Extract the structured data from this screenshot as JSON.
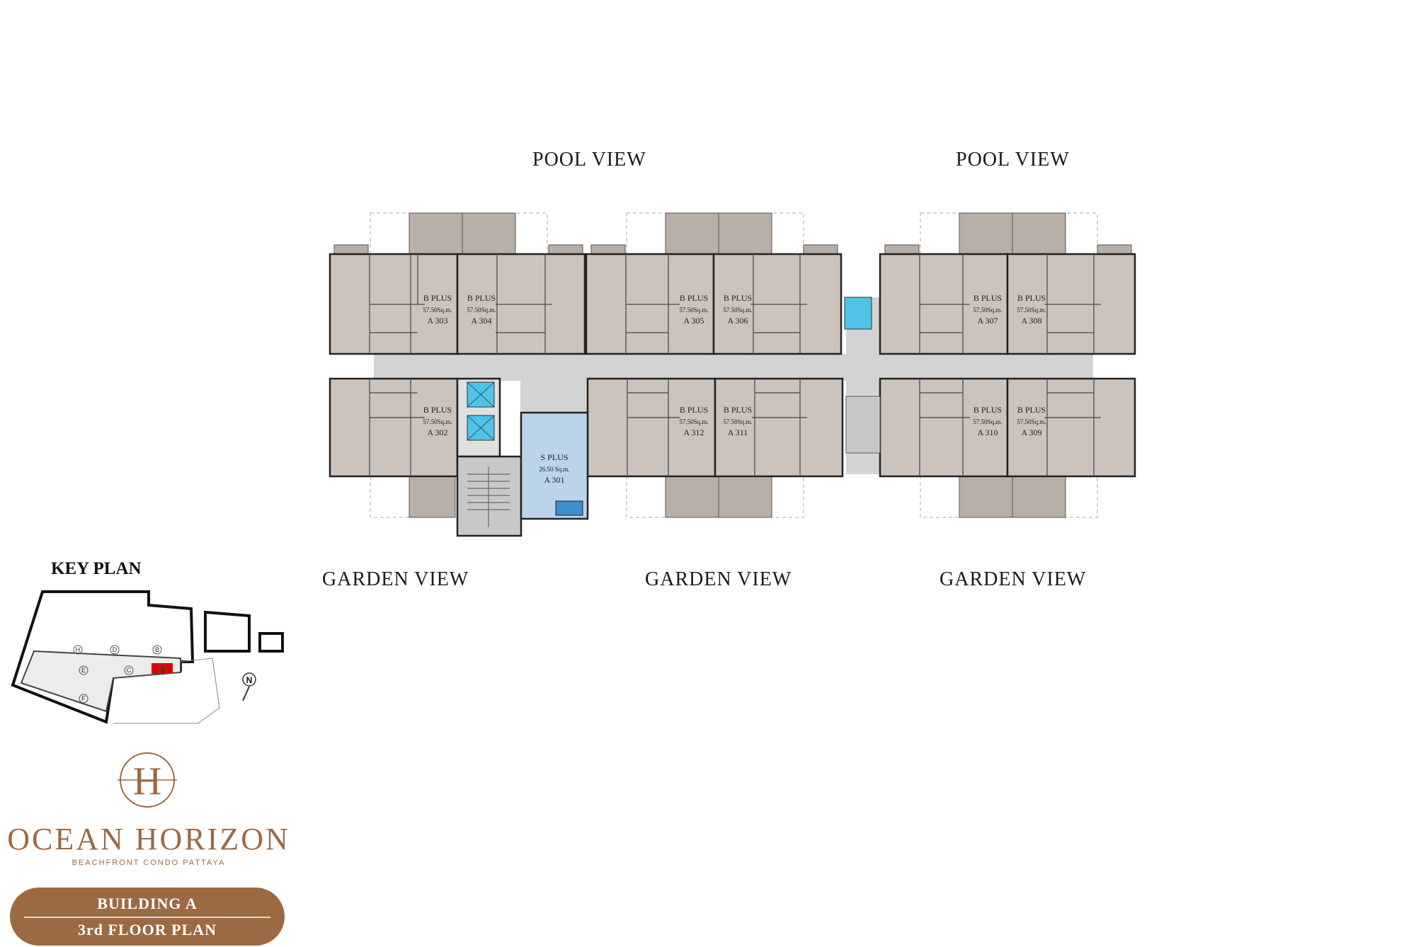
{
  "views": {
    "pool_left": "POOL VIEW",
    "pool_right": "POOL VIEW",
    "garden_left": "GARDEN VIEW",
    "garden_center": "GARDEN VIEW",
    "garden_right": "GARDEN VIEW"
  },
  "units": [
    {
      "type": "B PLUS",
      "area": "57.50Sq.m.",
      "code": "A 303"
    },
    {
      "type": "B PLUS",
      "area": "57.50Sq.m.",
      "code": "A 304"
    },
    {
      "type": "B PLUS",
      "area": "57.50Sq.m.",
      "code": "A 305"
    },
    {
      "type": "B PLUS",
      "area": "57.50Sq.m.",
      "code": "A 306"
    },
    {
      "type": "B PLUS",
      "area": "57.50Sq.m.",
      "code": "A 307"
    },
    {
      "type": "B PLUS",
      "area": "57.50Sq.m.",
      "code": "A 308"
    },
    {
      "type": "B PLUS",
      "area": "57.50Sq.m.",
      "code": "A 302"
    },
    {
      "type": "B PLUS",
      "area": "57.50Sq.m.",
      "code": "A 312"
    },
    {
      "type": "B PLUS",
      "area": "57.50Sq.m.",
      "code": "A 311"
    },
    {
      "type": "B PLUS",
      "area": "57.50Sq.m.",
      "code": "A 310"
    },
    {
      "type": "B PLUS",
      "area": "57.50Sq.m.",
      "code": "A 309"
    },
    {
      "type": "S PLUS",
      "area": "26.50 Sq.m.",
      "code": "A 301"
    }
  ],
  "key_plan": {
    "title": "KEY PLAN",
    "blocks": [
      "H",
      "D",
      "B",
      "E",
      "C",
      "A",
      "F"
    ],
    "north": "N"
  },
  "brand": {
    "name": "OCEAN HORIZON",
    "tagline": "BEACHFRONT CONDO PATTAYA",
    "monogram": "H"
  },
  "badge": {
    "building": "BUILDING A",
    "floor": "3rd FLOOR PLAN"
  },
  "colors": {
    "unit_fill": "#cbc3bc",
    "studio_fill": "#bcd3ec",
    "corridor": "#d3d3d3",
    "balcony": "#b8afa7",
    "lift": "#4fc3e8",
    "highlight": "#e00000",
    "brand": "#9b6a43"
  }
}
